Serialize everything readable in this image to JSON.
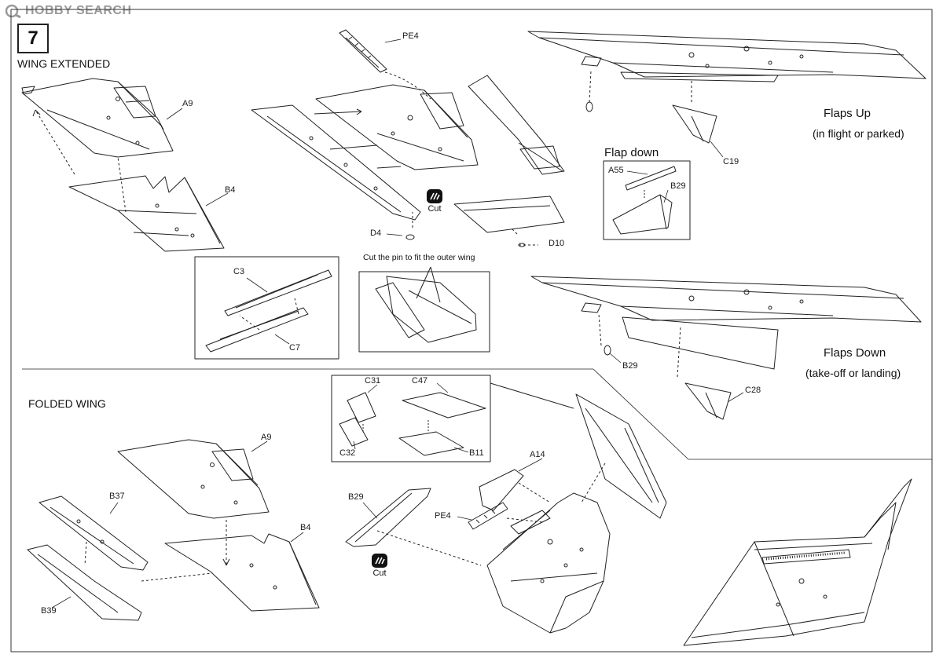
{
  "watermark": {
    "brand": "HOBBY SEARCH"
  },
  "step": {
    "number": "7"
  },
  "sections": {
    "wing_extended": "WING EXTENDED",
    "folded_wing": "FOLDED WING"
  },
  "parts": {
    "pe4_top": "PE4",
    "a9_top": "A9",
    "b4_top": "B4",
    "c3": "C3",
    "c7": "C7",
    "d4": "D4",
    "d10": "D10",
    "c19": "C19",
    "a55": "A55",
    "b29_flap": "B29",
    "b29_down": "B29",
    "c28": "C28",
    "c31": "C31",
    "c47": "C47",
    "c32": "C32",
    "b11": "B11",
    "a9_bottom": "A9",
    "b37": "B37",
    "b4_bottom": "B4",
    "b39": "B39",
    "b29_bottom": "B29",
    "a14": "A14",
    "pe4_bottom": "PE4"
  },
  "cut_marks": {
    "top": "Cut",
    "bottom": "Cut"
  },
  "notes": {
    "flap_down_title": "Flap down",
    "flaps_up": "Flaps Up",
    "flaps_up_sub": "(in flight or parked)",
    "flaps_down": "Flaps Down",
    "flaps_down_sub": "(take-off or landing)",
    "cut_pin": "Cut the pin to fit the outer wing"
  }
}
